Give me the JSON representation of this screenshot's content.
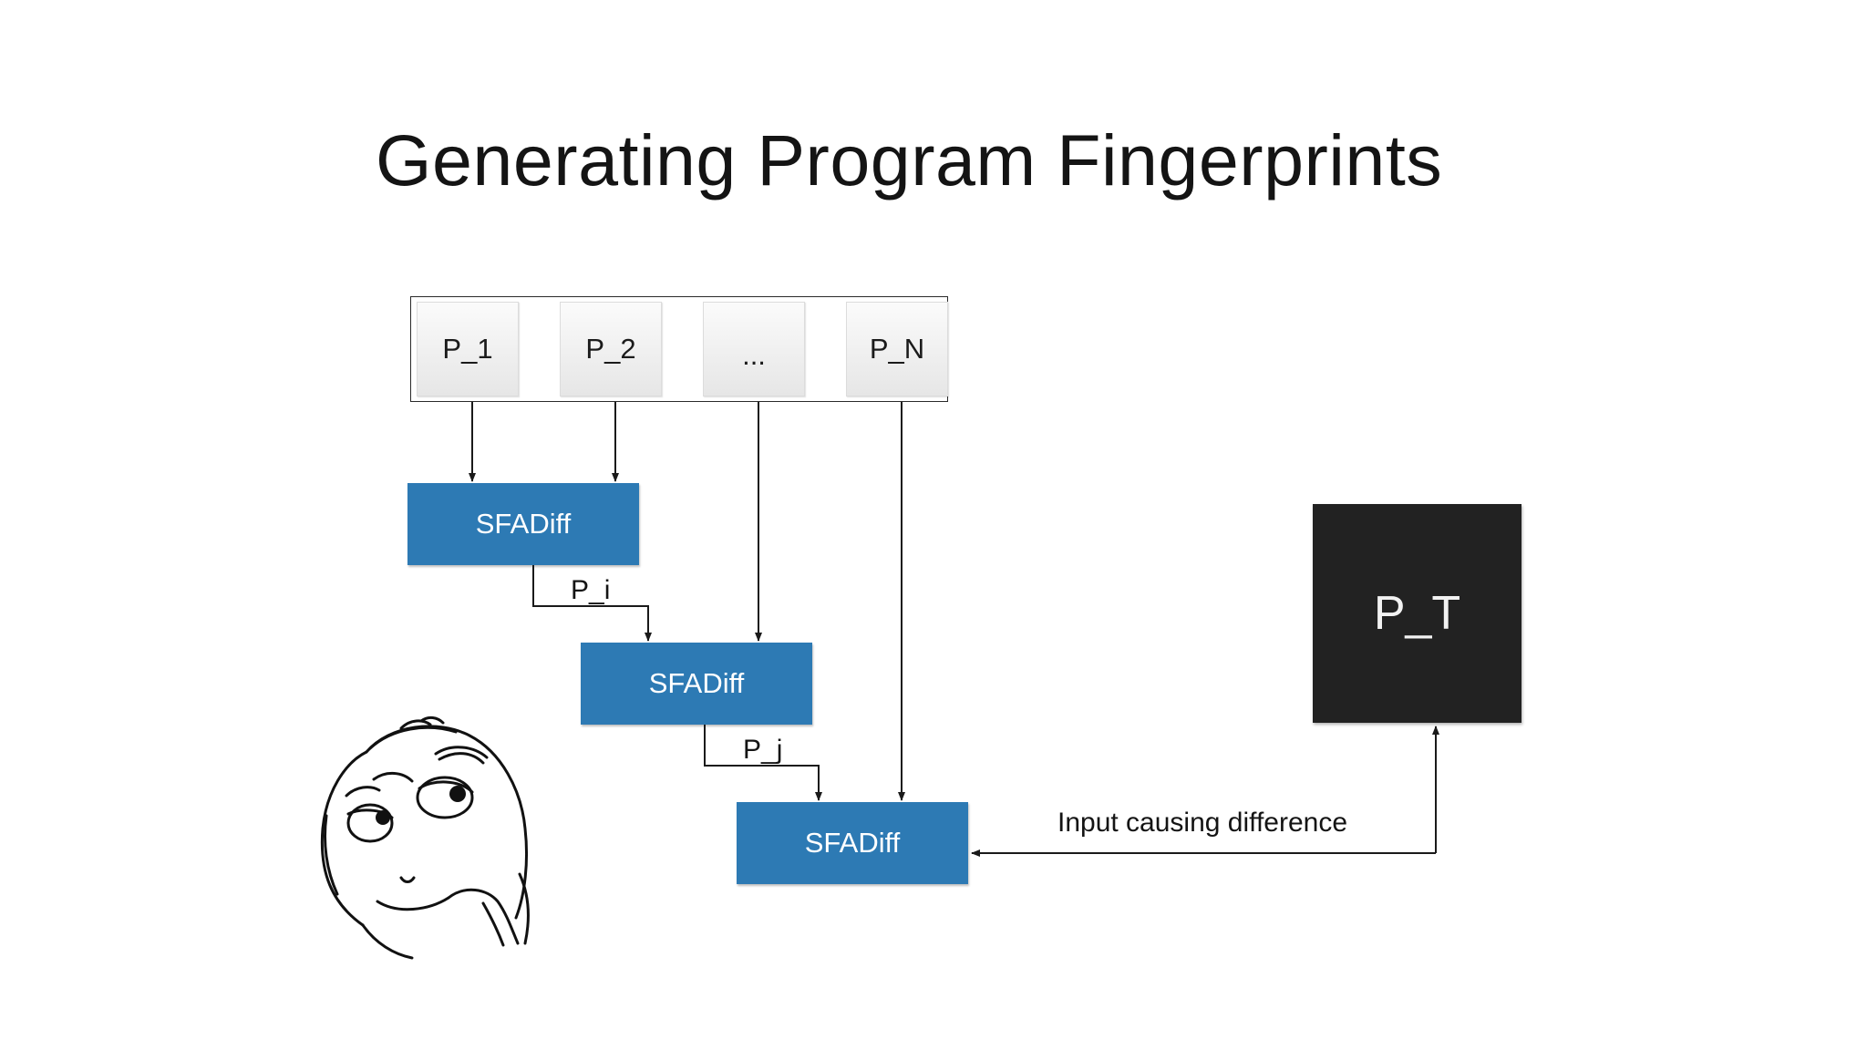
{
  "slide": {
    "title": "Generating Program Fingerprints"
  },
  "programs": [
    "P_1",
    "P_2",
    "...",
    "P_N"
  ],
  "sfadiff": {
    "first": "SFADiff",
    "second": "SFADiff",
    "third": "SFADiff"
  },
  "edges": {
    "first_output": "P_i",
    "second_output": "P_j",
    "feedback": "Input causing difference"
  },
  "target": {
    "label": "P_T"
  },
  "colors": {
    "sfadiff_fill": "#2d7ab4",
    "target_fill": "#222222",
    "connector": "#1a1a1a"
  },
  "icons": {
    "thinking_face": "thinking-face-meme-icon"
  }
}
